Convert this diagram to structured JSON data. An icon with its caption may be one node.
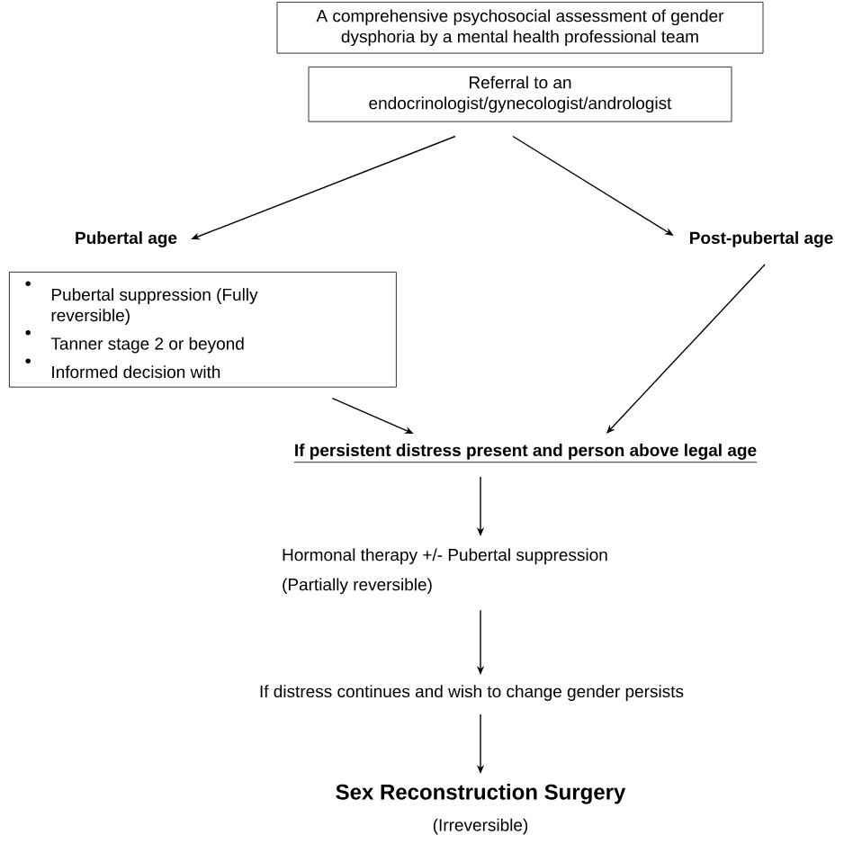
{
  "diagram": {
    "nodes": [
      {
        "text": [
          "A comprehensive psychosocial assessment of gender dysphoria by a mental health professional team"
        ]
      },
      {
        "text": [
          "Referral to an endocrinologist/gynecologist/andrologist"
        ]
      },
      {
        "text": [
          "Pubertal age"
        ]
      },
      {
        "text": [
          "Post-pubertal age"
        ]
      },
      {
        "text": [
          "Pubertal suppression (Fully reversible)",
          "Tanner stage 2 or beyond",
          "Informed decision with"
        ]
      },
      {
        "text": [
          "If persistent distress present and person above legal age"
        ]
      },
      {
        "text": [
          "Hormonal therapy +/- Pubertal suppression",
          "(Partially reversible)"
        ]
      },
      {
        "text": [
          "If distress continues and wish to change gender persists"
        ]
      },
      {
        "text": [
          "Sex Reconstruction Surgery",
          "(Irreversible)"
        ]
      }
    ],
    "edges": [
      {
        "from": 1,
        "to": 2,
        "arrow": "to"
      },
      {
        "from": 1,
        "to": 3,
        "arrow": "to"
      },
      {
        "from": 4,
        "to": 5,
        "arrow": "to"
      },
      {
        "from": 3,
        "to": 5,
        "arrow": "to"
      },
      {
        "from": 5,
        "to": 6,
        "arrow": "to"
      },
      {
        "from": 6,
        "to": 7,
        "arrow": "to"
      },
      {
        "from": 7,
        "to": 8,
        "arrow": "to"
      }
    ]
  }
}
